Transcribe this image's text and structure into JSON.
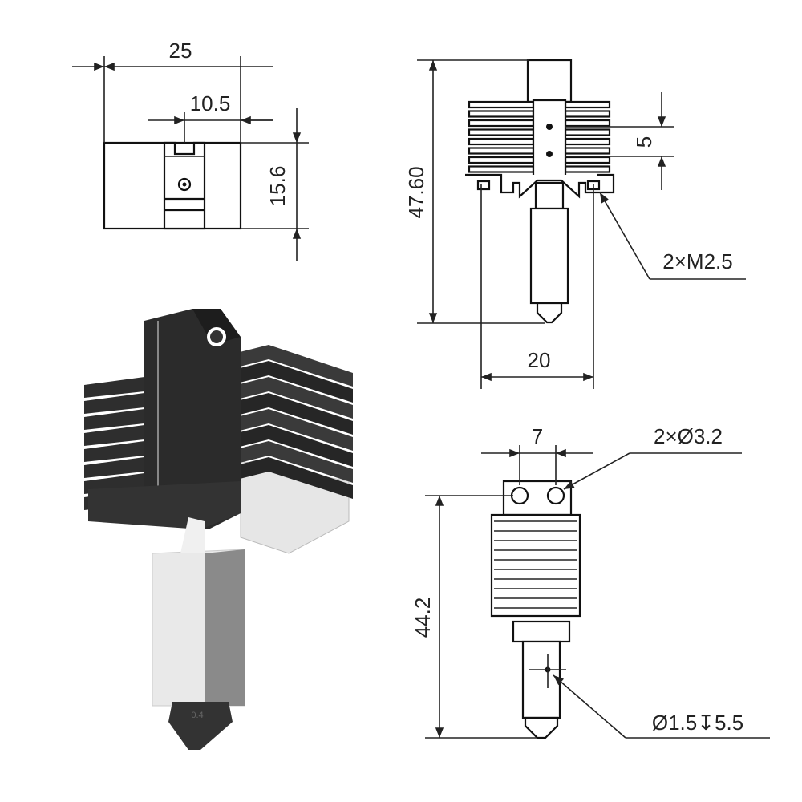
{
  "top_view": {
    "width": "25",
    "slot": "10.5",
    "height": "15.6"
  },
  "front_view": {
    "height": "47.60",
    "hole_spacing": "5",
    "mount_width": "20",
    "thread": "2×M2.5"
  },
  "side_view": {
    "hole_spacing": "7",
    "holes": "2×Ø3.2",
    "height": "44.2",
    "nozzle_hole": "Ø1.5↧5.5"
  },
  "render": {
    "nozzle_label": "0.4",
    "body_color": "#2b2b2b",
    "block_color": "#e4e4e4"
  }
}
